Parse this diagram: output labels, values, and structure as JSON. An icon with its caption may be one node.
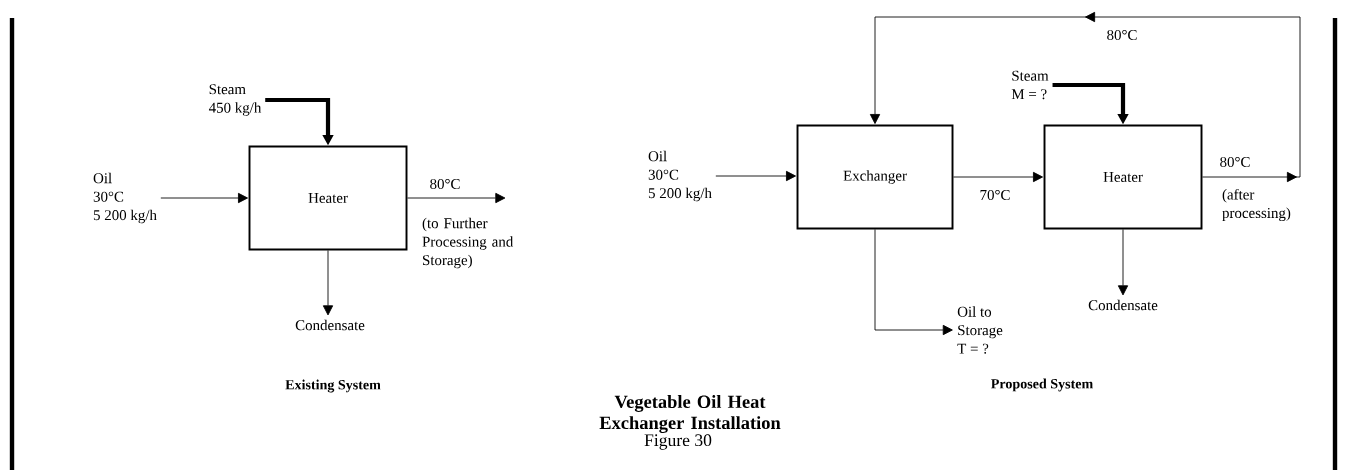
{
  "diagram": {
    "title": "Vegetable Oil Heat Exchanger Installation",
    "caption": "Figure 30",
    "nodes": [
      {
        "text": [
          "Steam",
          "450 kg/h"
        ]
      },
      {
        "text": [
          "Oil",
          "30°C",
          "5 200 kg/h"
        ]
      },
      {
        "text": [
          "Heater"
        ]
      },
      {
        "text": [
          "Condensate"
        ]
      },
      {
        "text": [
          "Oil",
          "30°C",
          "5 200 kg/h"
        ]
      },
      {
        "text": [
          "Exchanger"
        ]
      },
      {
        "text": [
          "Steam",
          "M = ?"
        ]
      },
      {
        "text": [
          "Heater"
        ]
      },
      {
        "text": [
          "Condensate"
        ]
      },
      {
        "text": [
          "Oil to",
          "Storage",
          "T = ?"
        ]
      },
      {
        "text": [
          "(to Further Processing and Storage)"
        ]
      }
    ],
    "edges": [
      {
        "from": 0,
        "to": 2,
        "arrow": "to",
        "style": "thick"
      },
      {
        "from": 1,
        "to": 2,
        "arrow": "to"
      },
      {
        "from": 2,
        "to": 10,
        "arrow": "to",
        "label": "80°C"
      },
      {
        "from": 2,
        "to": 3,
        "arrow": "to"
      },
      {
        "from": 4,
        "to": 5,
        "arrow": "to"
      },
      {
        "from": 6,
        "to": 7,
        "arrow": "to",
        "style": "thick"
      },
      {
        "from": 5,
        "to": 7,
        "arrow": "to",
        "label": "70°C"
      },
      {
        "from": 7,
        "to": 8,
        "arrow": "to"
      },
      {
        "from": 5,
        "to": 9,
        "arrow": "to"
      },
      {
        "from": 7,
        "to": 5,
        "arrow": "to",
        "label": "80°C"
      }
    ],
    "labels": [
      "Existing System",
      "80°C",
      "(after processing)",
      "Proposed System"
    ]
  }
}
